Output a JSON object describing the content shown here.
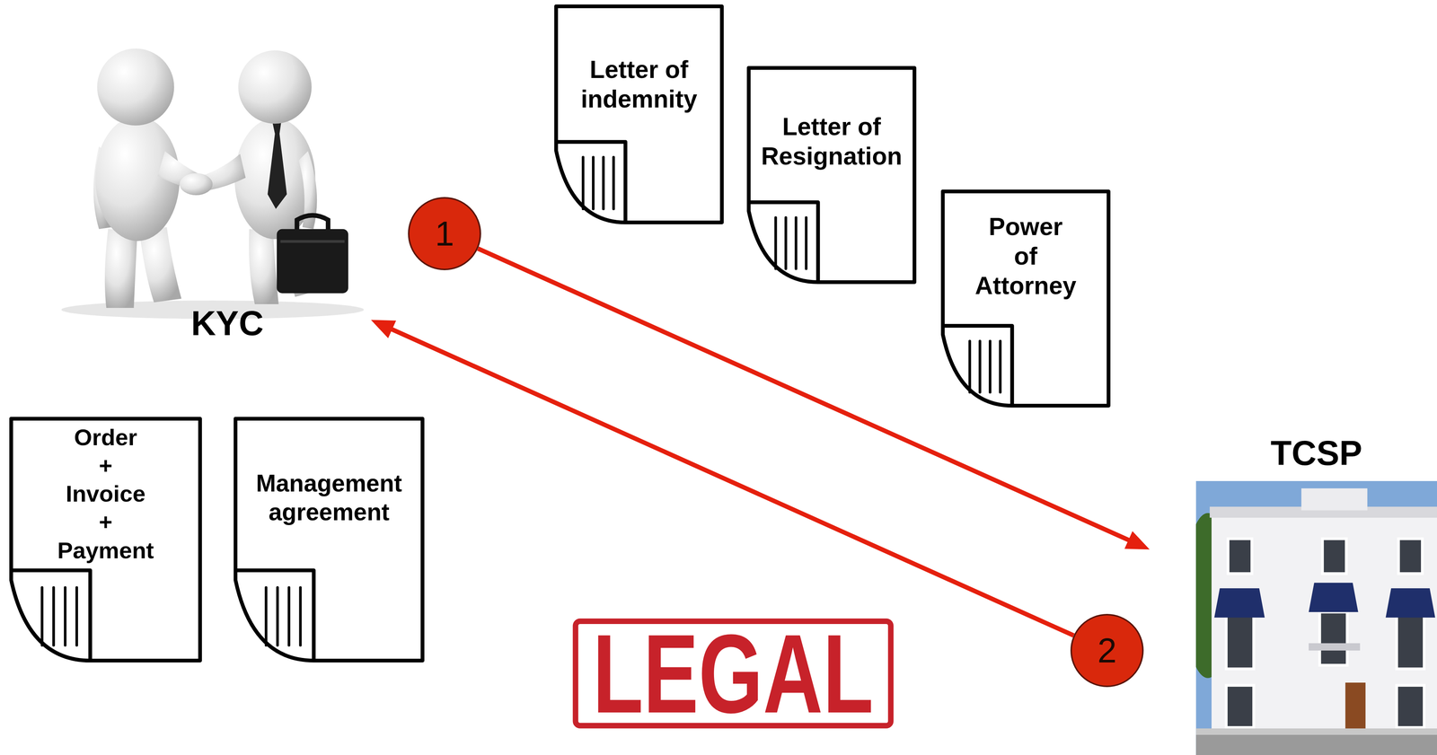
{
  "diagram": {
    "nodes": [
      {
        "text": [
          "KYC"
        ]
      },
      {
        "text": [
          "Letter of indemnity"
        ]
      },
      {
        "text": [
          "Letter of Resignation"
        ]
      },
      {
        "text": [
          "Power of Attorney"
        ]
      },
      {
        "text": [
          "1"
        ]
      },
      {
        "text": [
          "TCSP"
        ]
      },
      {
        "text": [
          "Order + Invoice + Payment"
        ]
      },
      {
        "text": [
          "Management agreement"
        ]
      },
      {
        "text": [
          "2"
        ]
      }
    ],
    "edges": [
      {
        "from": 4,
        "to": 5,
        "arrow": "to"
      },
      {
        "from": 8,
        "to": 0,
        "arrow": "to"
      }
    ],
    "labels": [
      "LEGAL"
    ]
  }
}
